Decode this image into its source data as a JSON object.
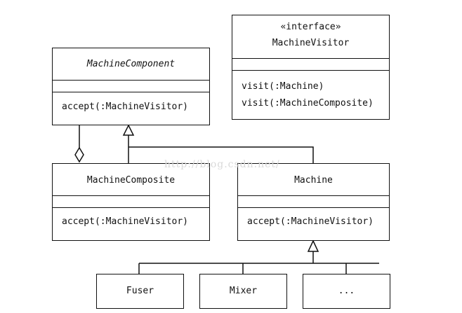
{
  "diagram": {
    "visitor_interface": {
      "stereotype": "«interface»",
      "name": "MachineVisitor",
      "operations": [
        "visit(:Machine)",
        "visit(:MachineComposite)"
      ]
    },
    "machine_component": {
      "name": "MachineComponent",
      "operation": "accept(:MachineVisitor)"
    },
    "machine_composite": {
      "name": "MachineComposite",
      "operation": "accept(:MachineVisitor)"
    },
    "machine": {
      "name": "Machine",
      "operation": "accept(:MachineVisitor)"
    },
    "leaves": [
      "Fuser",
      "Mixer",
      "..."
    ]
  },
  "watermark": "http://blog.csdn.net/"
}
